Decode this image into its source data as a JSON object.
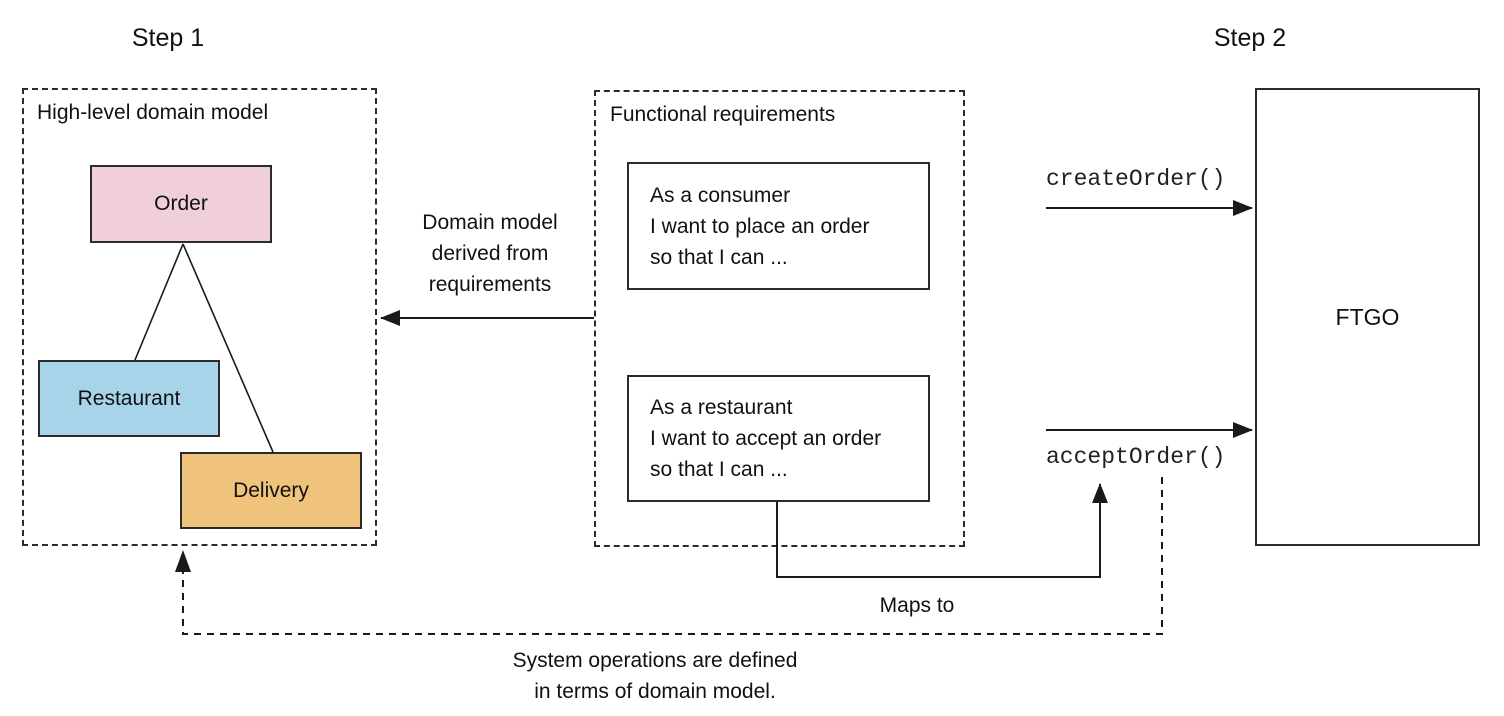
{
  "step1": {
    "title": "Step 1",
    "box_label": "High-level domain model",
    "entities": [
      {
        "name": "Order",
        "color": "#f0cfda"
      },
      {
        "name": "Restaurant",
        "color": "#a7d4e8"
      },
      {
        "name": "Delivery",
        "color": "#efc37b"
      }
    ]
  },
  "requirements": {
    "box_label": "Functional requirements",
    "stories": [
      {
        "lines": [
          "As a consumer",
          "I want to place an order",
          "so that I can ..."
        ]
      },
      {
        "lines": [
          "As a restaurant",
          "I want to accept an order",
          "so that I can ..."
        ]
      }
    ]
  },
  "step2": {
    "title": "Step 2",
    "system_name": "FTGO",
    "operations": [
      "createOrder()",
      "acceptOrder()"
    ]
  },
  "annotations": {
    "domain_derived": "Domain model\nderived from\nrequirements",
    "maps_to": "Maps to",
    "system_ops": "System operations are defined\nin terms of domain model."
  },
  "colors": {
    "line": "#1a1a1a",
    "border": "#2b2b2b"
  }
}
